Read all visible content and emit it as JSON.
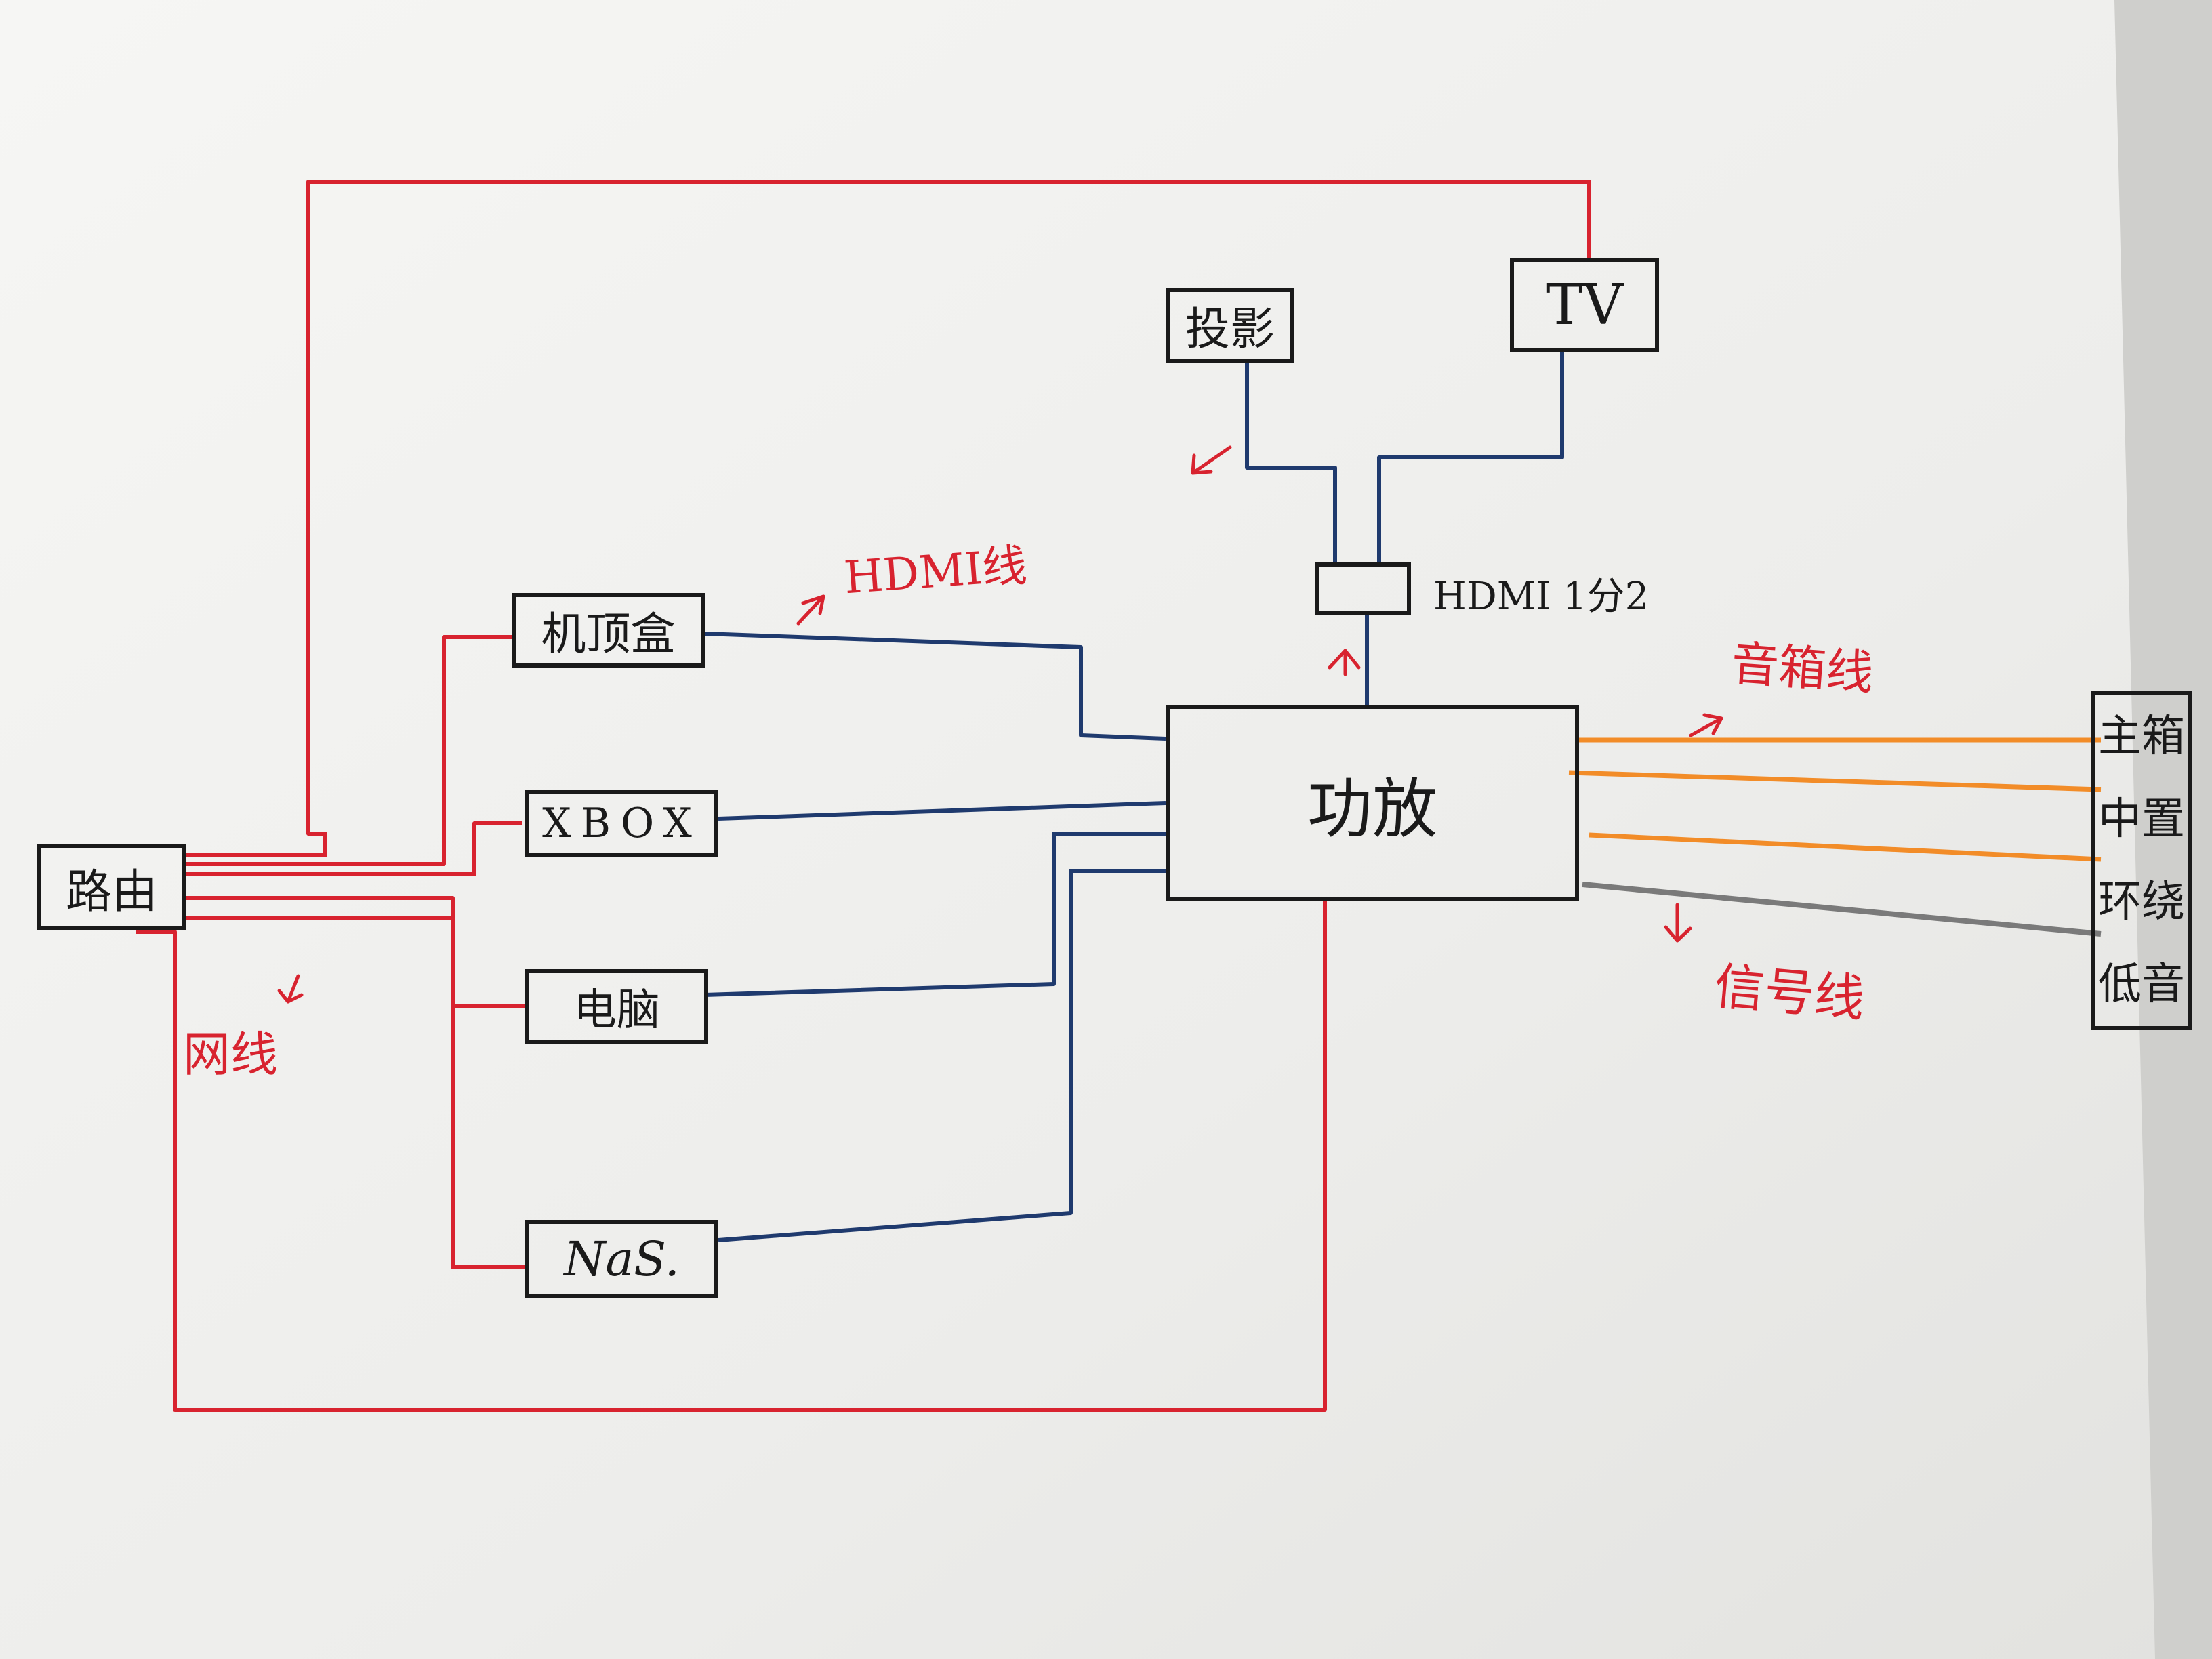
{
  "diagram": {
    "nodes": {
      "router": "路由",
      "settop_box": "机顶盒",
      "xbox": "XBOX",
      "pc": "电脑",
      "nas": "NaS.",
      "amplifier": "功放",
      "projector": "投影",
      "tv": "TV",
      "hdmi_splitter": "HDMI 1分2",
      "speakers": [
        "主箱",
        "中置",
        "环绕",
        "低音"
      ]
    },
    "edge_labels": {
      "network_cable": "网线",
      "hdmi_cable": "HDMI线",
      "speaker_cable": "音箱线",
      "signal_cable": "信号线"
    },
    "colors": {
      "network": "#d8232f",
      "hdmi": "#1f3a6e",
      "speaker": "#f28c28",
      "signal": "#7a7a7a",
      "outline": "#1a1a1a",
      "paper": "#f1f1ef"
    }
  }
}
